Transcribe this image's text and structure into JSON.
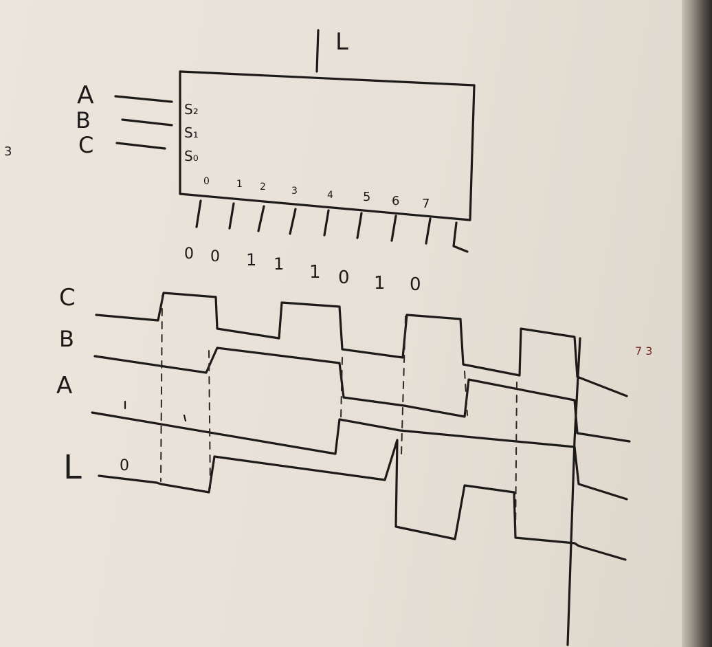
{
  "diagram": {
    "component": {
      "output_label": "L",
      "input_labels": [
        "A",
        "B",
        "C"
      ],
      "select_labels": [
        "S₂",
        "S₁",
        "S₀"
      ],
      "data_input_numbers": [
        "0",
        "1",
        "2",
        "3",
        "4",
        "5",
        "6",
        "7"
      ],
      "data_input_values": [
        "0",
        "0",
        "1",
        "1",
        "1",
        "0",
        "1",
        "0"
      ]
    },
    "waveforms": {
      "signal_labels": [
        "C",
        "B",
        "A",
        "L"
      ],
      "initial_L_value": "0"
    },
    "margin_notes": {
      "left_note": "3",
      "right_note": "7 3"
    },
    "colors": {
      "ink": "#1d1b1a",
      "board": "#e9e3d9",
      "note_red": "#7a2a22"
    }
  }
}
